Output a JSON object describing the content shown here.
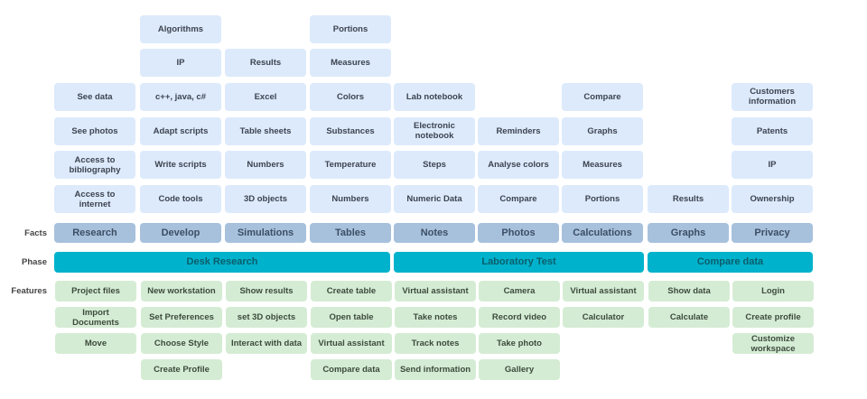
{
  "labels": {
    "facts": "Facts",
    "phase": "Phase",
    "features": "Features"
  },
  "colors": {
    "fact_item": "#dceafb",
    "fact_head": "#a7c1dd",
    "phase": "#00b2cb",
    "feature": "#d5ecd4"
  },
  "facts": [
    {
      "label": "Research",
      "items": [
        "See data",
        "See photos",
        "Access to bibliography",
        "Access to internet"
      ]
    },
    {
      "label": "Develop",
      "items": [
        "Algorithms",
        "IP",
        "c++, java, c#",
        "Adapt scripts",
        "Write scripts",
        "Code tools"
      ]
    },
    {
      "label": "Simulations",
      "items": [
        "Results",
        "Excel",
        "Table sheets",
        "Numbers",
        "3D objects"
      ]
    },
    {
      "label": "Tables",
      "items": [
        "Portions",
        "Measures",
        "Colors",
        "Substances",
        "Temperature",
        "Numbers"
      ]
    },
    {
      "label": "Notes",
      "items": [
        "Lab notebook",
        "Electronic notebook",
        "Steps",
        "Numeric Data"
      ]
    },
    {
      "label": "Photos",
      "items": [
        "Reminders",
        "Analyse colors",
        "Compare"
      ]
    },
    {
      "label": "Calculations",
      "items": [
        "Compare",
        "Graphs",
        "Measures",
        "Portions"
      ]
    },
    {
      "label": "Graphs",
      "items": [
        "Results"
      ]
    },
    {
      "label": "Privacy",
      "items": [
        "Customers information",
        "Patents",
        "IP",
        "Ownership"
      ]
    }
  ],
  "phases": [
    "Desk Research",
    "Laboratory Test",
    "Compare data"
  ],
  "features": [
    [
      "Project files",
      "Import Documents",
      "Move"
    ],
    [
      "New workstation",
      "Set Preferences",
      "Choose Style",
      "Create Profile"
    ],
    [
      "Show results",
      "set 3D objects",
      "Interact with data"
    ],
    [
      "Create table",
      "Open table",
      "Virtual assistant",
      "Compare data"
    ],
    [
      "Virtual assistant",
      "Take notes",
      "Track notes",
      "Send information"
    ],
    [
      "Camera",
      "Record video",
      "Take photo",
      "Gallery"
    ],
    [
      "Virtual assistant",
      "Calculator"
    ],
    [
      "Show data",
      "Calculate"
    ],
    [
      "Login",
      "Create profile",
      "Customize workspace"
    ]
  ]
}
